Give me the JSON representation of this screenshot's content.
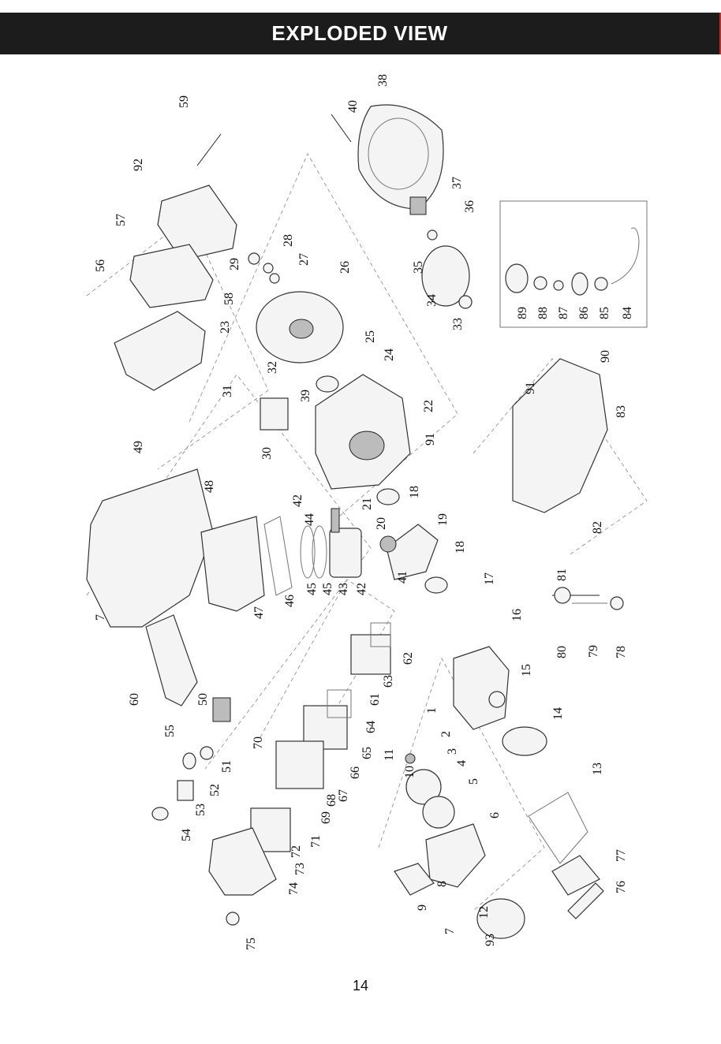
{
  "header": {
    "title": "EXPLODED VIEW",
    "background": "#1c1c1c",
    "accent": "#c62828"
  },
  "page_number": "14",
  "diagram": {
    "callouts": [
      "1",
      "2",
      "3",
      "4",
      "5",
      "6",
      "7",
      "7",
      "8",
      "9",
      "10",
      "11",
      "12",
      "13",
      "14",
      "15",
      "16",
      "17",
      "18",
      "18",
      "19",
      "20",
      "21",
      "22",
      "23",
      "24",
      "25",
      "26",
      "27",
      "28",
      "29",
      "30",
      "31",
      "32",
      "33",
      "34",
      "35",
      "36",
      "37",
      "38",
      "39",
      "40",
      "41",
      "42",
      "42",
      "43",
      "44",
      "45",
      "45",
      "46",
      "47",
      "48",
      "49",
      "50",
      "51",
      "52",
      "53",
      "54",
      "55",
      "56",
      "57",
      "58",
      "59",
      "60",
      "61",
      "62",
      "63",
      "64",
      "65",
      "66",
      "67",
      "68",
      "69",
      "70",
      "71",
      "72",
      "73",
      "74",
      "75",
      "76",
      "77",
      "78",
      "79",
      "80",
      "81",
      "82",
      "83",
      "84",
      "85",
      "86",
      "87",
      "88",
      "89",
      "90",
      "91",
      "91",
      "92",
      "93"
    ]
  }
}
